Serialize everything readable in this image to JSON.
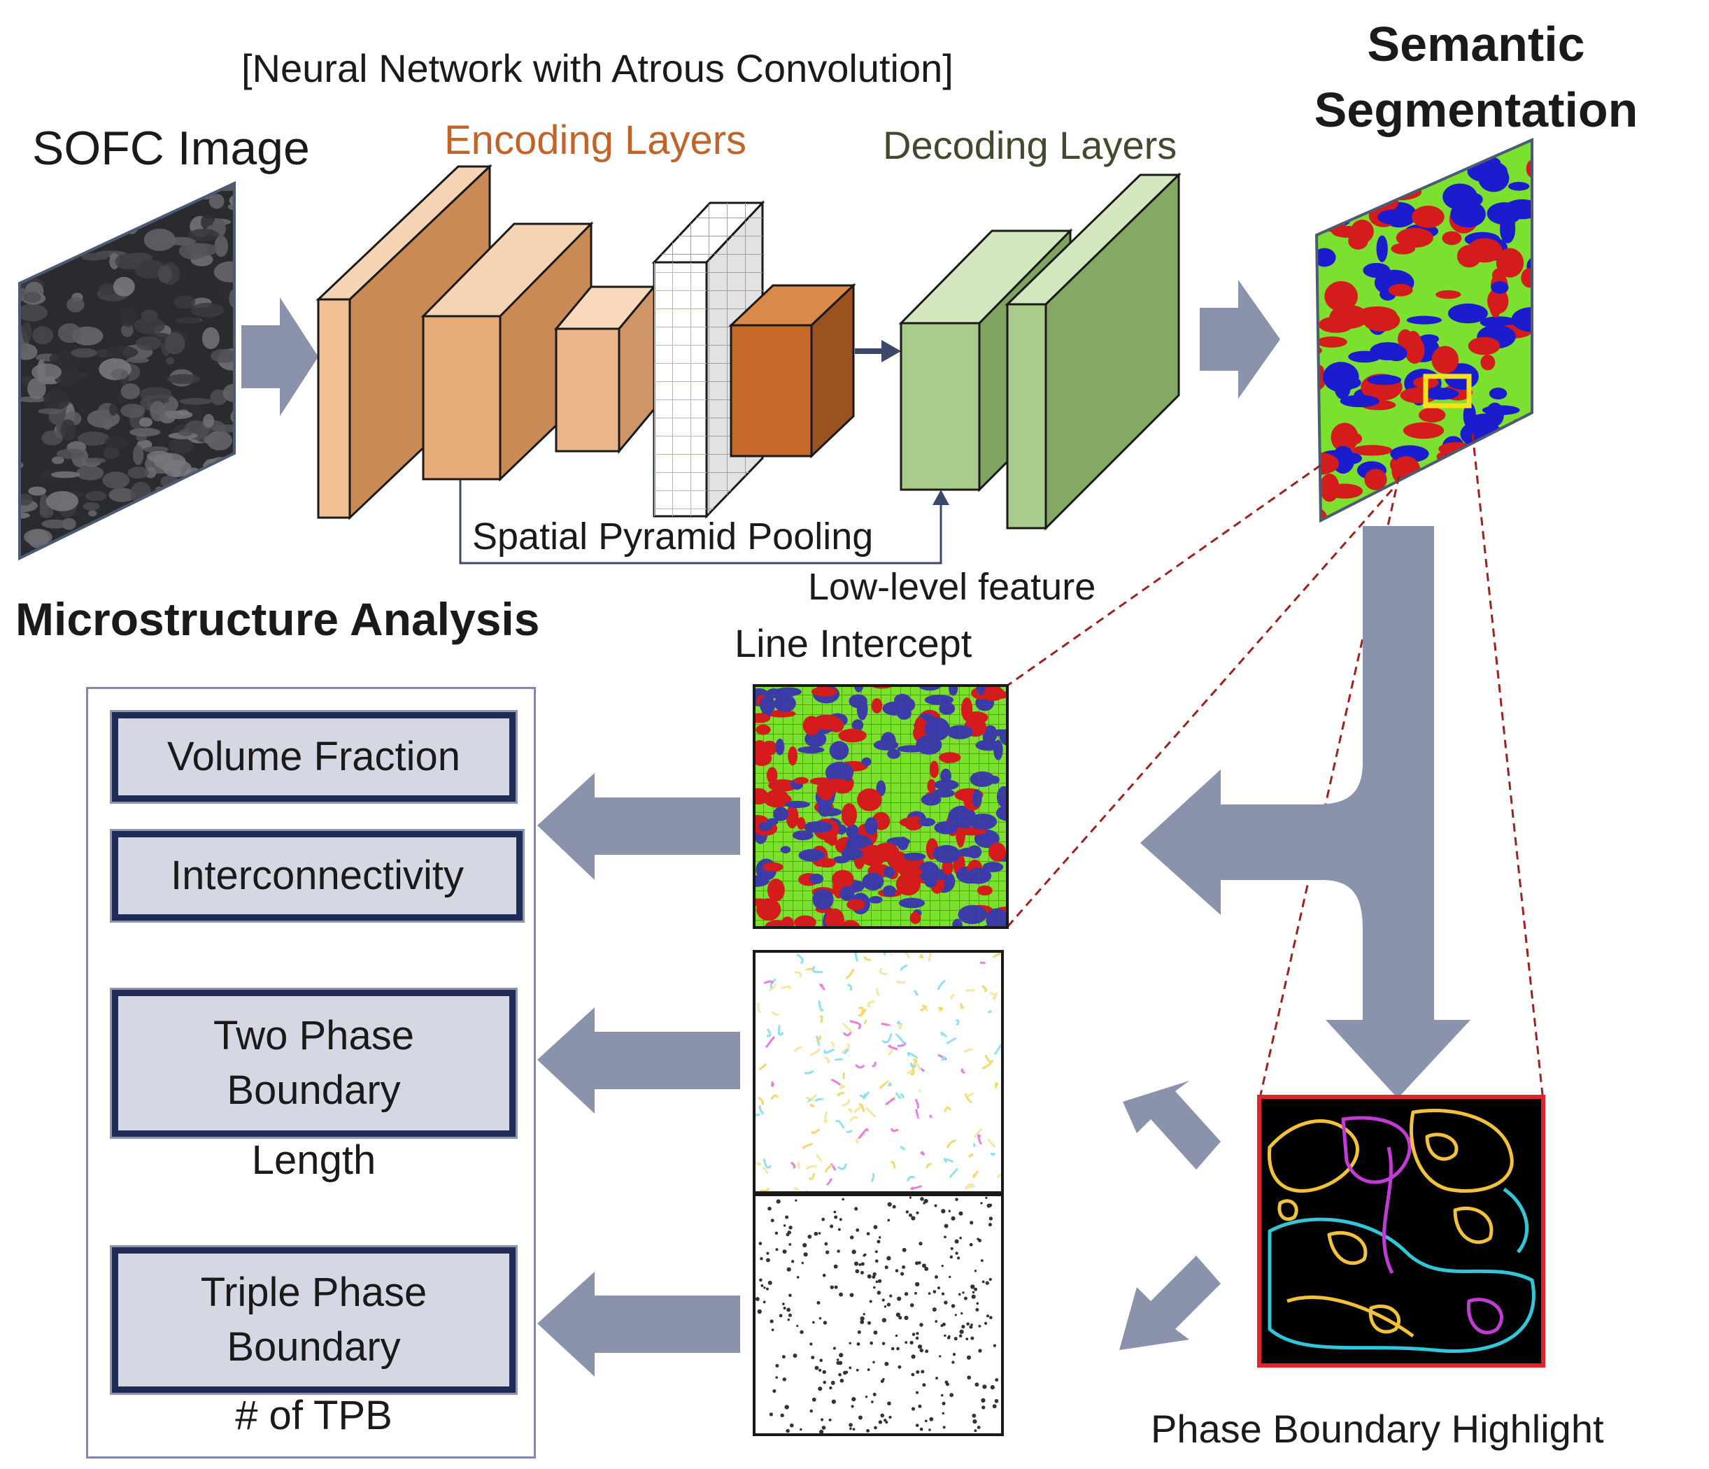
{
  "network": {
    "title": "[Neural Network with Atrous Convolution]",
    "encoding_label": "Encoding Layers",
    "decoding_label": "Decoding Layers",
    "spp_label": "Spatial Pyramid Pooling",
    "low_level_label": "Low-level feature"
  },
  "input": {
    "label": "SOFC Image"
  },
  "segmentation": {
    "title_line1": "Semantic",
    "title_line2": "Segmentation"
  },
  "analysis": {
    "heading": "Microstructure Analysis",
    "volume_fraction": "Volume Fraction",
    "interconnectivity": "Interconnectivity",
    "two_phase_line1": "Two Phase",
    "two_phase_line2": "Boundary",
    "two_phase_caption": "Length",
    "triple_phase_line1": "Triple Phase",
    "triple_phase_line2": "Boundary",
    "triple_phase_caption": "# of TPB"
  },
  "middle": {
    "line_intercept_label": "Line Intercept"
  },
  "highlight": {
    "label": "Phase Boundary Highlight"
  },
  "colors": {
    "arrow": "#8a93ab",
    "arrow_dark": "#3b4868",
    "encoder_light": "#f2c49c",
    "encoder_mid": "#e1a877",
    "encoder_dark": "#c8733a",
    "decoder": "#a9cb8c",
    "decoder_dark": "#6e9450",
    "box_fill": "#d5d8e3",
    "box_border": "#1f2b55",
    "phase_green": "#7be02e",
    "phase_blue": "#1c1ccf",
    "phase_red": "#d41c1c",
    "dashed": "#a02020",
    "highlight_frame": "#e0242a",
    "roi": "#f7e21a"
  }
}
